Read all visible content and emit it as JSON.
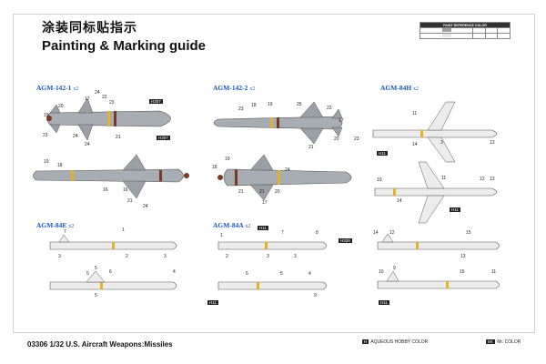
{
  "header": {
    "title_cn": "涂装同标贴指示",
    "title_en": "Painting & Marking guide"
  },
  "sections": {
    "agm142_1": "AGM-142-1",
    "agm142_2": "AGM-142-2",
    "agm84h": "AGM-84H",
    "agm84e": "AGM-84E",
    "agm84a": "AGM-84A",
    "qty": "x2"
  },
  "reference_table": {
    "title": "PAINT REFERENCE COLOR",
    "swatch_colors": [
      "#9aa2a9",
      "#e8e8e8"
    ]
  },
  "footer": {
    "product": "03306 1/32  U.S. Aircraft Weapons:Missiles",
    "legend_aqueous_key": "H",
    "legend_aqueous": "AQUEOUS HOBBY COLOR",
    "legend_mr_key": "Mr.",
    "legend_mr": "Mr. COLOR"
  },
  "colors": {
    "gray_missile": "#a7adb3",
    "white_missile": "#ececec",
    "yellow_band": "#e3b12a",
    "brown_band": "#7a3a22",
    "label_blue": "#1b57c4"
  },
  "callouts": {
    "a142_1_top": [
      "24",
      "22",
      "17",
      "23",
      "20",
      "19",
      "23",
      "24",
      "21",
      "24"
    ],
    "a142_1_bot": [
      "19",
      "18",
      "16",
      "16",
      "21",
      "24"
    ],
    "a142_2_top": [
      "23",
      "18",
      "19",
      "25",
      "22",
      "17",
      "20",
      "21",
      "23"
    ],
    "a142_2_bot": [
      "19",
      "18",
      "21",
      "21",
      "20",
      "17",
      "24"
    ],
    "a84h_top": [
      "11",
      "14",
      "3",
      "13"
    ],
    "a84h_bot": [
      "10",
      "14",
      "11",
      "12",
      "13"
    ],
    "a84e_top": [
      "7",
      "1",
      "3",
      "2",
      "3"
    ],
    "a84e_bot": [
      "5",
      "5",
      "6",
      "4",
      "5"
    ],
    "a84a_top": [
      "1",
      "7",
      "2",
      "3",
      "3",
      "8"
    ],
    "a84a_bot": [
      "6",
      "5",
      "4",
      "9"
    ],
    "r84_top": [
      "14",
      "12",
      "15",
      "13"
    ],
    "r84_bot": [
      "10",
      "9",
      "15",
      "11"
    ]
  },
  "color_tags": {
    "gray": "H307",
    "white": "H11",
    "yellow": "H329"
  }
}
